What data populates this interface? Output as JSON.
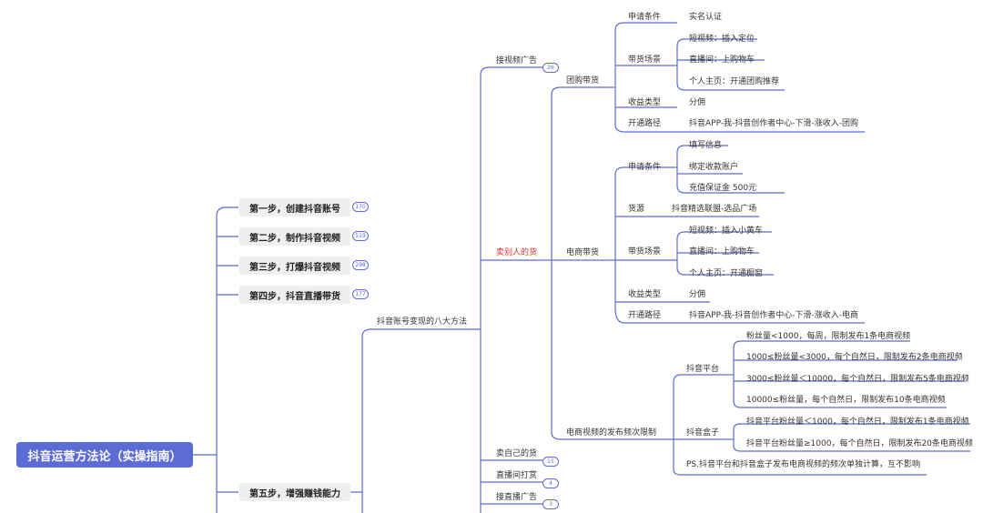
{
  "colors": {
    "line": "#5c6cd4",
    "root_bg": "#5c6cd4",
    "step_bg": "#efefef",
    "highlight": "#e03030"
  },
  "root": "抖音运营方法论（实操指南）",
  "steps": [
    {
      "label": "第一步，创建抖音账号",
      "count": "170"
    },
    {
      "label": "第二步，制作抖音视频",
      "count": "519"
    },
    {
      "label": "第三步，打爆抖音视频",
      "count": "298"
    },
    {
      "label": "第四步，抖音直播带货",
      "count": "177"
    },
    {
      "label": "第五步，增强赚钱能力"
    }
  ],
  "methods_title": "抖音账号变现的八大方法",
  "methods": [
    {
      "label": "接视频广告",
      "count": "26"
    },
    {
      "label": "卖别人的货"
    },
    {
      "label": "卖自己的货",
      "count": "15"
    },
    {
      "label": "直播间打赏",
      "count": "4"
    },
    {
      "label": "接直播广告",
      "count": "3"
    }
  ],
  "sell_types": [
    "团购带货",
    "电商带货",
    "电商视频的发布频次限制"
  ],
  "group": {
    "apply": "申请条件",
    "apply_v": "实名认证",
    "scene": "带货场景",
    "scene_items": [
      "短视频：插入定位",
      "直播间：上购物车",
      "个人主页：开通团购推荐"
    ],
    "income": "收益类型",
    "income_v": "分佣",
    "path": "开通路径",
    "path_v": "抖音APP-我-抖音创作者中心-下滑-涨收入-团购"
  },
  "ecom": {
    "apply": "申请条件",
    "apply_items": [
      "填写信息",
      "绑定收款账户",
      "充值保证金 500元"
    ],
    "source": "货源",
    "source_v": "抖音精选联盟-选品广场",
    "scene": "带货场景",
    "scene_items": [
      "短视频：插入小黄车",
      "直播间：上购物车",
      "个人主页：开通橱窗"
    ],
    "income": "收益类型",
    "income_v": "分佣",
    "path": "开通路径",
    "path_v": "抖音APP-我-抖音创作者中心-下滑-涨收入-电商"
  },
  "freq": {
    "platform": "抖音平台",
    "platform_items": [
      "粉丝量<1000，每周，限制发布1条电商视频",
      "1000≤粉丝量<3000，每个自然日，限制发布2条电商视频",
      "3000≤粉丝量＜10000，每个自然日，限制发布5条电商视频",
      "10000≤粉丝量，每个自然日，限制发布10条电商视频"
    ],
    "box": "抖音盒子",
    "box_items": [
      "抖音平台粉丝量＜1000，每个自然日，限制发布1条电商视频",
      "抖音平台粉丝量≥1000，每个自然日，限制发布20条电商视频"
    ],
    "note": "PS.抖音平台和抖音盒子发布电商视频的频次单独计算，互不影响"
  }
}
